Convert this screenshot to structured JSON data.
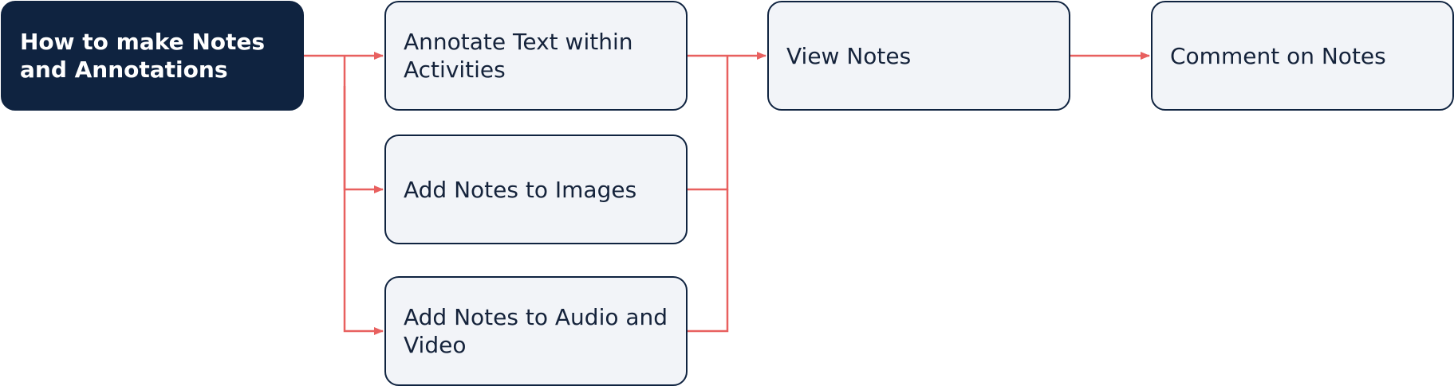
{
  "diagram": {
    "start": {
      "label": "How to make Notes and Annotations"
    },
    "annotate_text": {
      "label": "Annotate Text within Activities"
    },
    "notes_images": {
      "label": "Add Notes to Images"
    },
    "notes_audio_video": {
      "label": "Add Notes to Audio and Video"
    },
    "view_notes": {
      "label": "View Notes"
    },
    "comment_notes": {
      "label": "Comment on Notes"
    }
  },
  "colors": {
    "dark_node": "#0f2340",
    "light_node": "#f2f4f8",
    "connector": "#e8605f",
    "text": "#15233b"
  }
}
